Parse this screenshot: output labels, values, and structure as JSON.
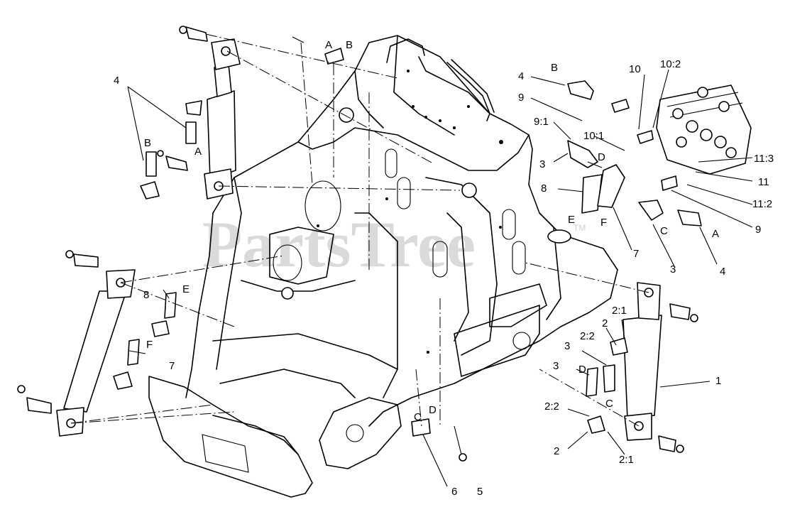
{
  "watermark": {
    "text": "PartsTree",
    "mark": "TM"
  },
  "callouts": [
    {
      "id": "c1",
      "text": "A"
    },
    {
      "id": "c2",
      "text": "B"
    },
    {
      "id": "c3",
      "text": "4"
    },
    {
      "id": "c4",
      "text": "B"
    },
    {
      "id": "c5",
      "text": "A"
    },
    {
      "id": "c6",
      "text": "E"
    },
    {
      "id": "c7",
      "text": "8"
    },
    {
      "id": "c8",
      "text": "F"
    },
    {
      "id": "c9",
      "text": "7"
    },
    {
      "id": "c10",
      "text": "4"
    },
    {
      "id": "c11",
      "text": "B"
    },
    {
      "id": "c12",
      "text": "10"
    },
    {
      "id": "c13",
      "text": "10:2"
    },
    {
      "id": "c14",
      "text": "9"
    },
    {
      "id": "c15",
      "text": "9:1"
    },
    {
      "id": "c16",
      "text": "10:1"
    },
    {
      "id": "c17",
      "text": "D"
    },
    {
      "id": "c18",
      "text": "3"
    },
    {
      "id": "c19",
      "text": "11:3"
    },
    {
      "id": "c20",
      "text": "11"
    },
    {
      "id": "c21",
      "text": "8"
    },
    {
      "id": "c22",
      "text": "11:2"
    },
    {
      "id": "c23",
      "text": "E"
    },
    {
      "id": "c24",
      "text": "F"
    },
    {
      "id": "c25",
      "text": "9"
    },
    {
      "id": "c26",
      "text": "C"
    },
    {
      "id": "c27",
      "text": "A"
    },
    {
      "id": "c28",
      "text": "7"
    },
    {
      "id": "c29",
      "text": "3"
    },
    {
      "id": "c30",
      "text": "4"
    },
    {
      "id": "c31",
      "text": "2:1"
    },
    {
      "id": "c32",
      "text": "2"
    },
    {
      "id": "c33",
      "text": "2:2"
    },
    {
      "id": "c34",
      "text": "3"
    },
    {
      "id": "c35",
      "text": "3"
    },
    {
      "id": "c36",
      "text": "D"
    },
    {
      "id": "c37",
      "text": "C"
    },
    {
      "id": "c38",
      "text": "1"
    },
    {
      "id": "c39",
      "text": "2:2"
    },
    {
      "id": "c40",
      "text": "2"
    },
    {
      "id": "c41",
      "text": "2:1"
    },
    {
      "id": "c42",
      "text": "C"
    },
    {
      "id": "c43",
      "text": "D"
    },
    {
      "id": "c44",
      "text": "6"
    },
    {
      "id": "c45",
      "text": "5"
    }
  ]
}
